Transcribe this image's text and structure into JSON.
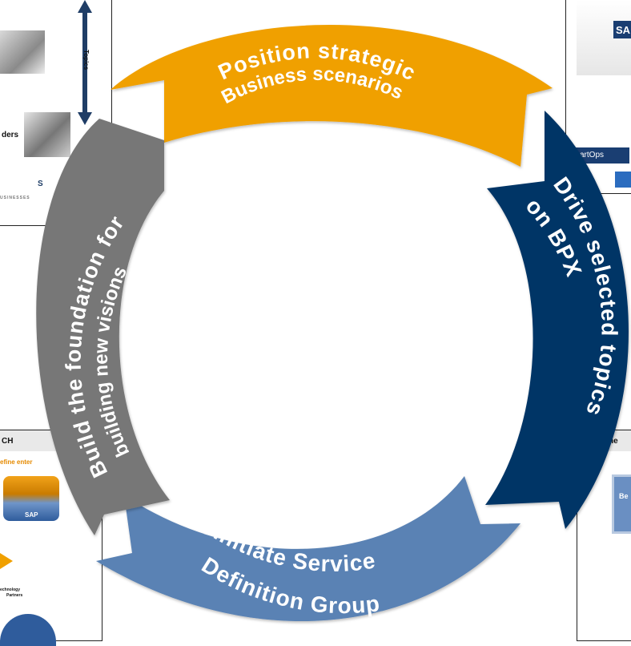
{
  "cycle": {
    "segments": [
      {
        "id": "top",
        "line1": "Position strategic",
        "line2": "Business scenarios",
        "color": "#F0A000"
      },
      {
        "id": "right",
        "line1": "Drive selected topics",
        "line2": "on BPX",
        "color": "#003566"
      },
      {
        "id": "bottom",
        "line1": "Initiate Service",
        "line2": "Definition Group",
        "color": "#5A82B4"
      },
      {
        "id": "left",
        "line1": "Build the foundation for",
        "line2": "building new visions",
        "color": "#777777"
      }
    ]
  },
  "background": {
    "topics_label": "Topics",
    "leaders_label": "ders",
    "s_label": "S",
    "businesses_label": "USINESSES",
    "ch_label": "CH",
    "define_label": "efine enter",
    "sap_label": "SAP",
    "technology_label": "echnology",
    "partners_label": "Partners",
    "he_label": "he",
    "be_label": "Be",
    "sa_logo": "SA",
    "smartops_label": "SmartOps"
  },
  "colors": {
    "orange": "#F0A000",
    "navy": "#003566",
    "steel_blue": "#5A82B4",
    "gray": "#777777",
    "border": "#222222"
  }
}
